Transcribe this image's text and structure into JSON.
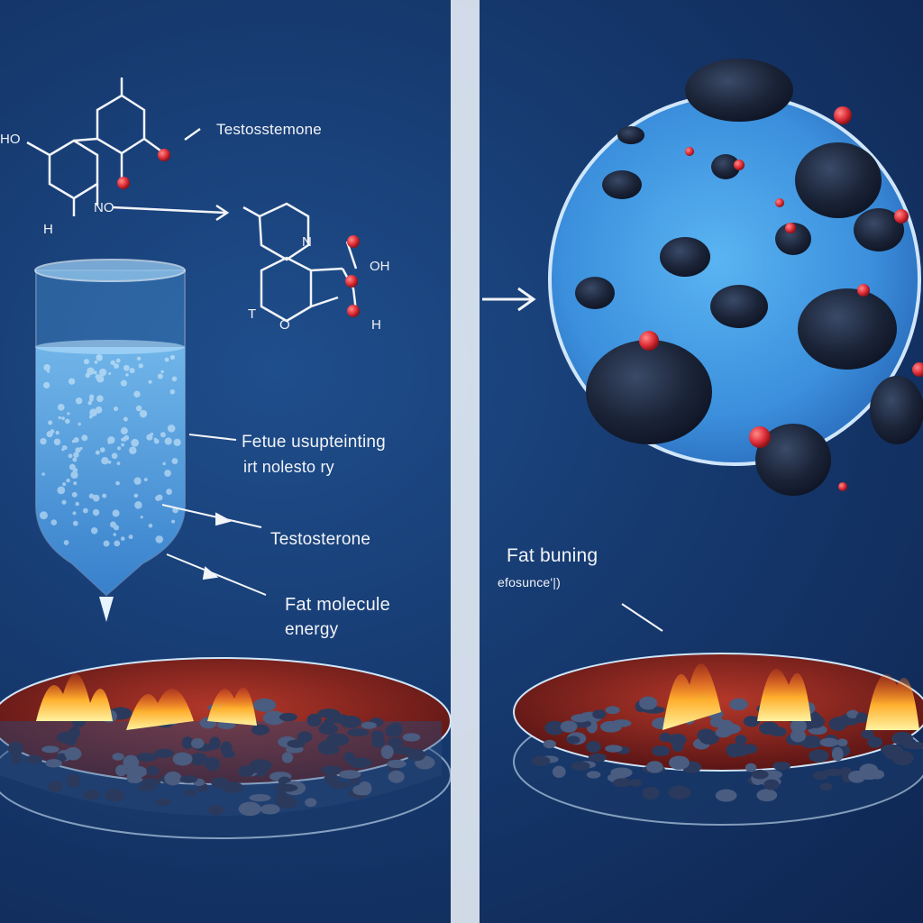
{
  "left_panel": {
    "molecule_top_label": "Testosstemone",
    "molecule_atoms": {
      "ho": "HO",
      "h": "H",
      "no": "NO",
      "n": "N",
      "oh": "OH",
      "t": "T",
      "o": "O",
      "h2": "H"
    },
    "tube_label_line1": "Fetue usupteinting",
    "tube_label_line2": "irt nolesto ry",
    "tube_label_testosterone": "Testosterone",
    "fat_label_line1": "Fat molecule",
    "fat_label_line2": "energy"
  },
  "right_panel": {
    "fat_label_line1": "Fat buning",
    "fat_label_line2": "efosunce'|)"
  },
  "colors": {
    "background": "#163a70",
    "divider": "#e6edf6",
    "liquid": "#4fa3e8",
    "zoom_circle": "#3d9bea",
    "fat_cell": "#1a2236",
    "accent_red": "#e0303a",
    "flame": "#ffb02e",
    "dish_fill": "#7a1f1f"
  }
}
